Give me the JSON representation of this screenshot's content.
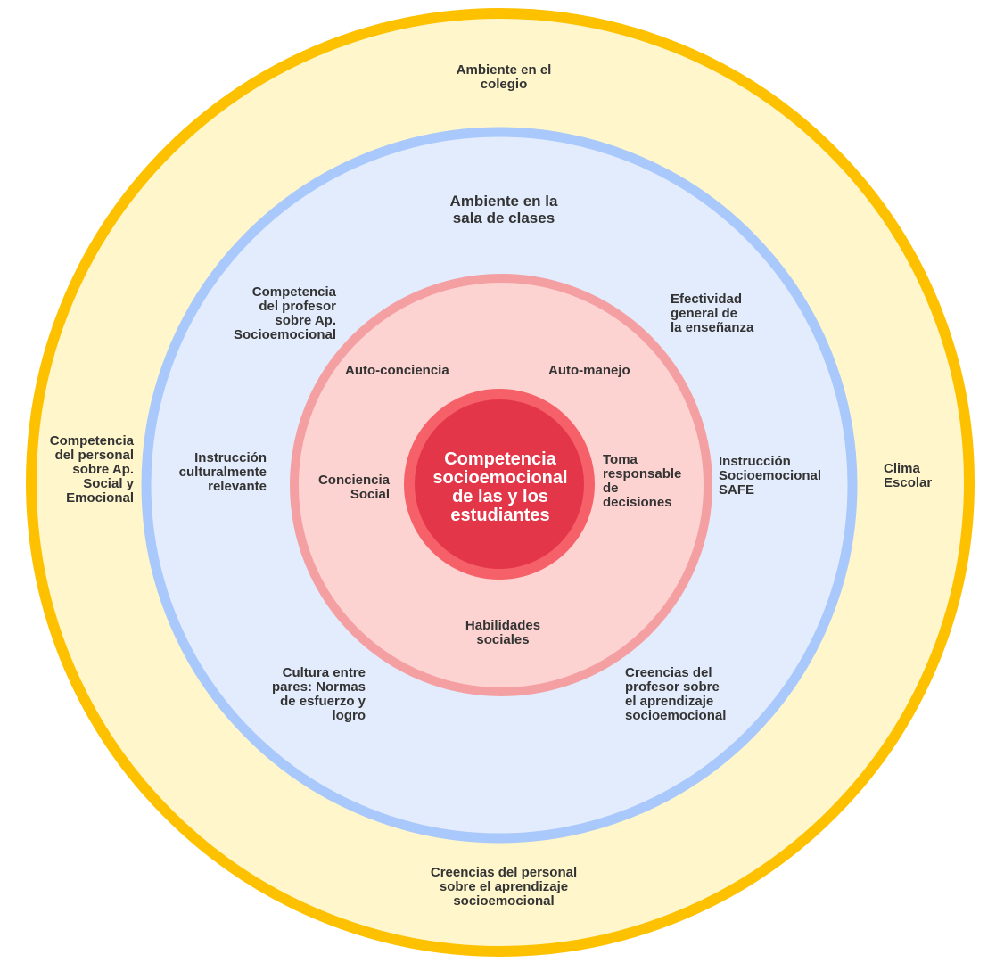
{
  "colors": {
    "school_ring": "#FDC100",
    "school_fill": "#FFF6CC",
    "classroom_ring": "#A9C8FB",
    "classroom_fill": "#E3ECFC",
    "student_ring": "#F4A0A3",
    "student_fill": "#FDD3D1",
    "core_ring": "#F66068",
    "core_fill": "#E33649",
    "text": "#333333"
  },
  "school": {
    "title": "Ambiente en el\ncolegio",
    "staff_competence": "Competencia\ndel personal\nsobre Ap.\nSocial y\nEmocional",
    "climate": "Clima\nEscolar",
    "staff_beliefs": "Creencias del personal\nsobre el aprendizaje\nsocioemocional"
  },
  "classroom": {
    "title": "Ambiente en la\nsala de clases",
    "teacher_competence": "Competencia\ndel profesor\nsobre Ap.\nSocioemocional",
    "teaching_effectiveness": "Efectividad\ngeneral de\nla enseñanza",
    "cultural_instruction": "Instrucción\nculturalmente\nrelevante",
    "safe_instruction": "Instrucción\nSocioemocional\nSAFE",
    "peer_culture": "Cultura entre\npares: Normas\nde esfuerzo y\nlogro",
    "teacher_beliefs": "Creencias del\nprofesor sobre\nel aprendizaje\nsocioemocional"
  },
  "student": {
    "self_awareness": "Auto-conciencia",
    "self_management": "Auto-manejo",
    "social_awareness": "Conciencia\nSocial",
    "decision_making": "Toma\nresponsable\nde\ndecisiones",
    "social_skills": "Habilidades\nsociales"
  },
  "core": {
    "title": "Competencia\nsocioemocional\nde las y los\nestudiantes"
  }
}
